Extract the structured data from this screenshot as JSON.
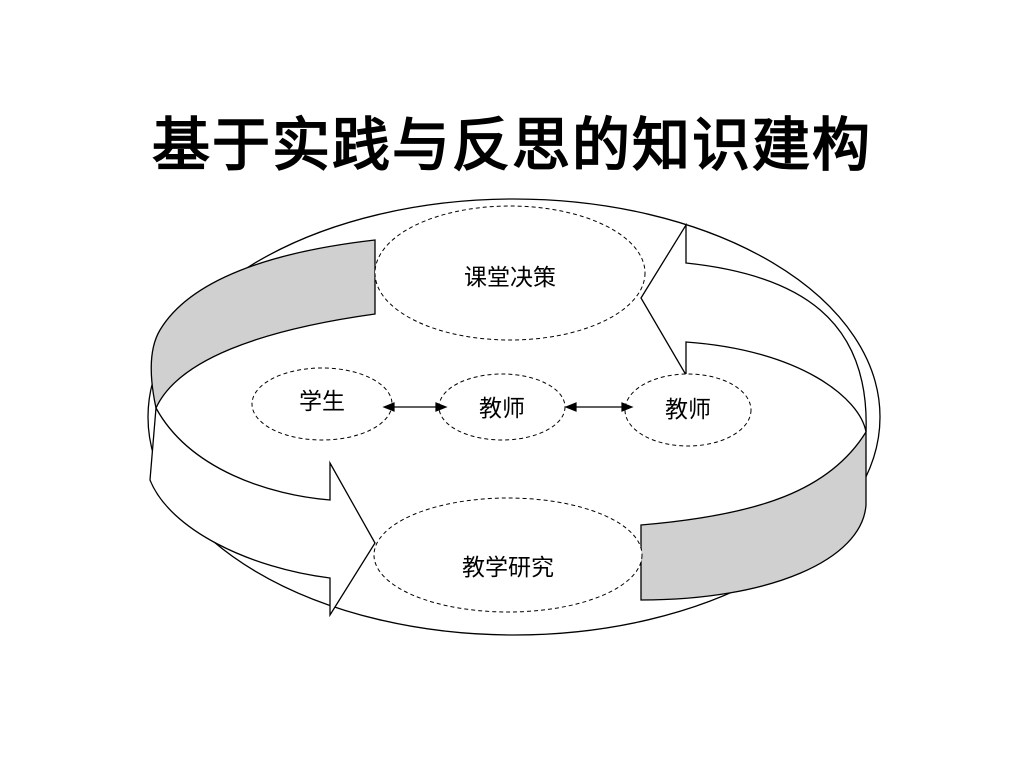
{
  "title": "基于实践与反思的知识建构",
  "nodes": {
    "top": "课堂决策",
    "bottom": "教学研究",
    "left": "学生",
    "center": "教师",
    "right": "教师"
  },
  "colors": {
    "band_fill": "#d0d0d0",
    "stroke": "#000000",
    "background": "#ffffff"
  }
}
